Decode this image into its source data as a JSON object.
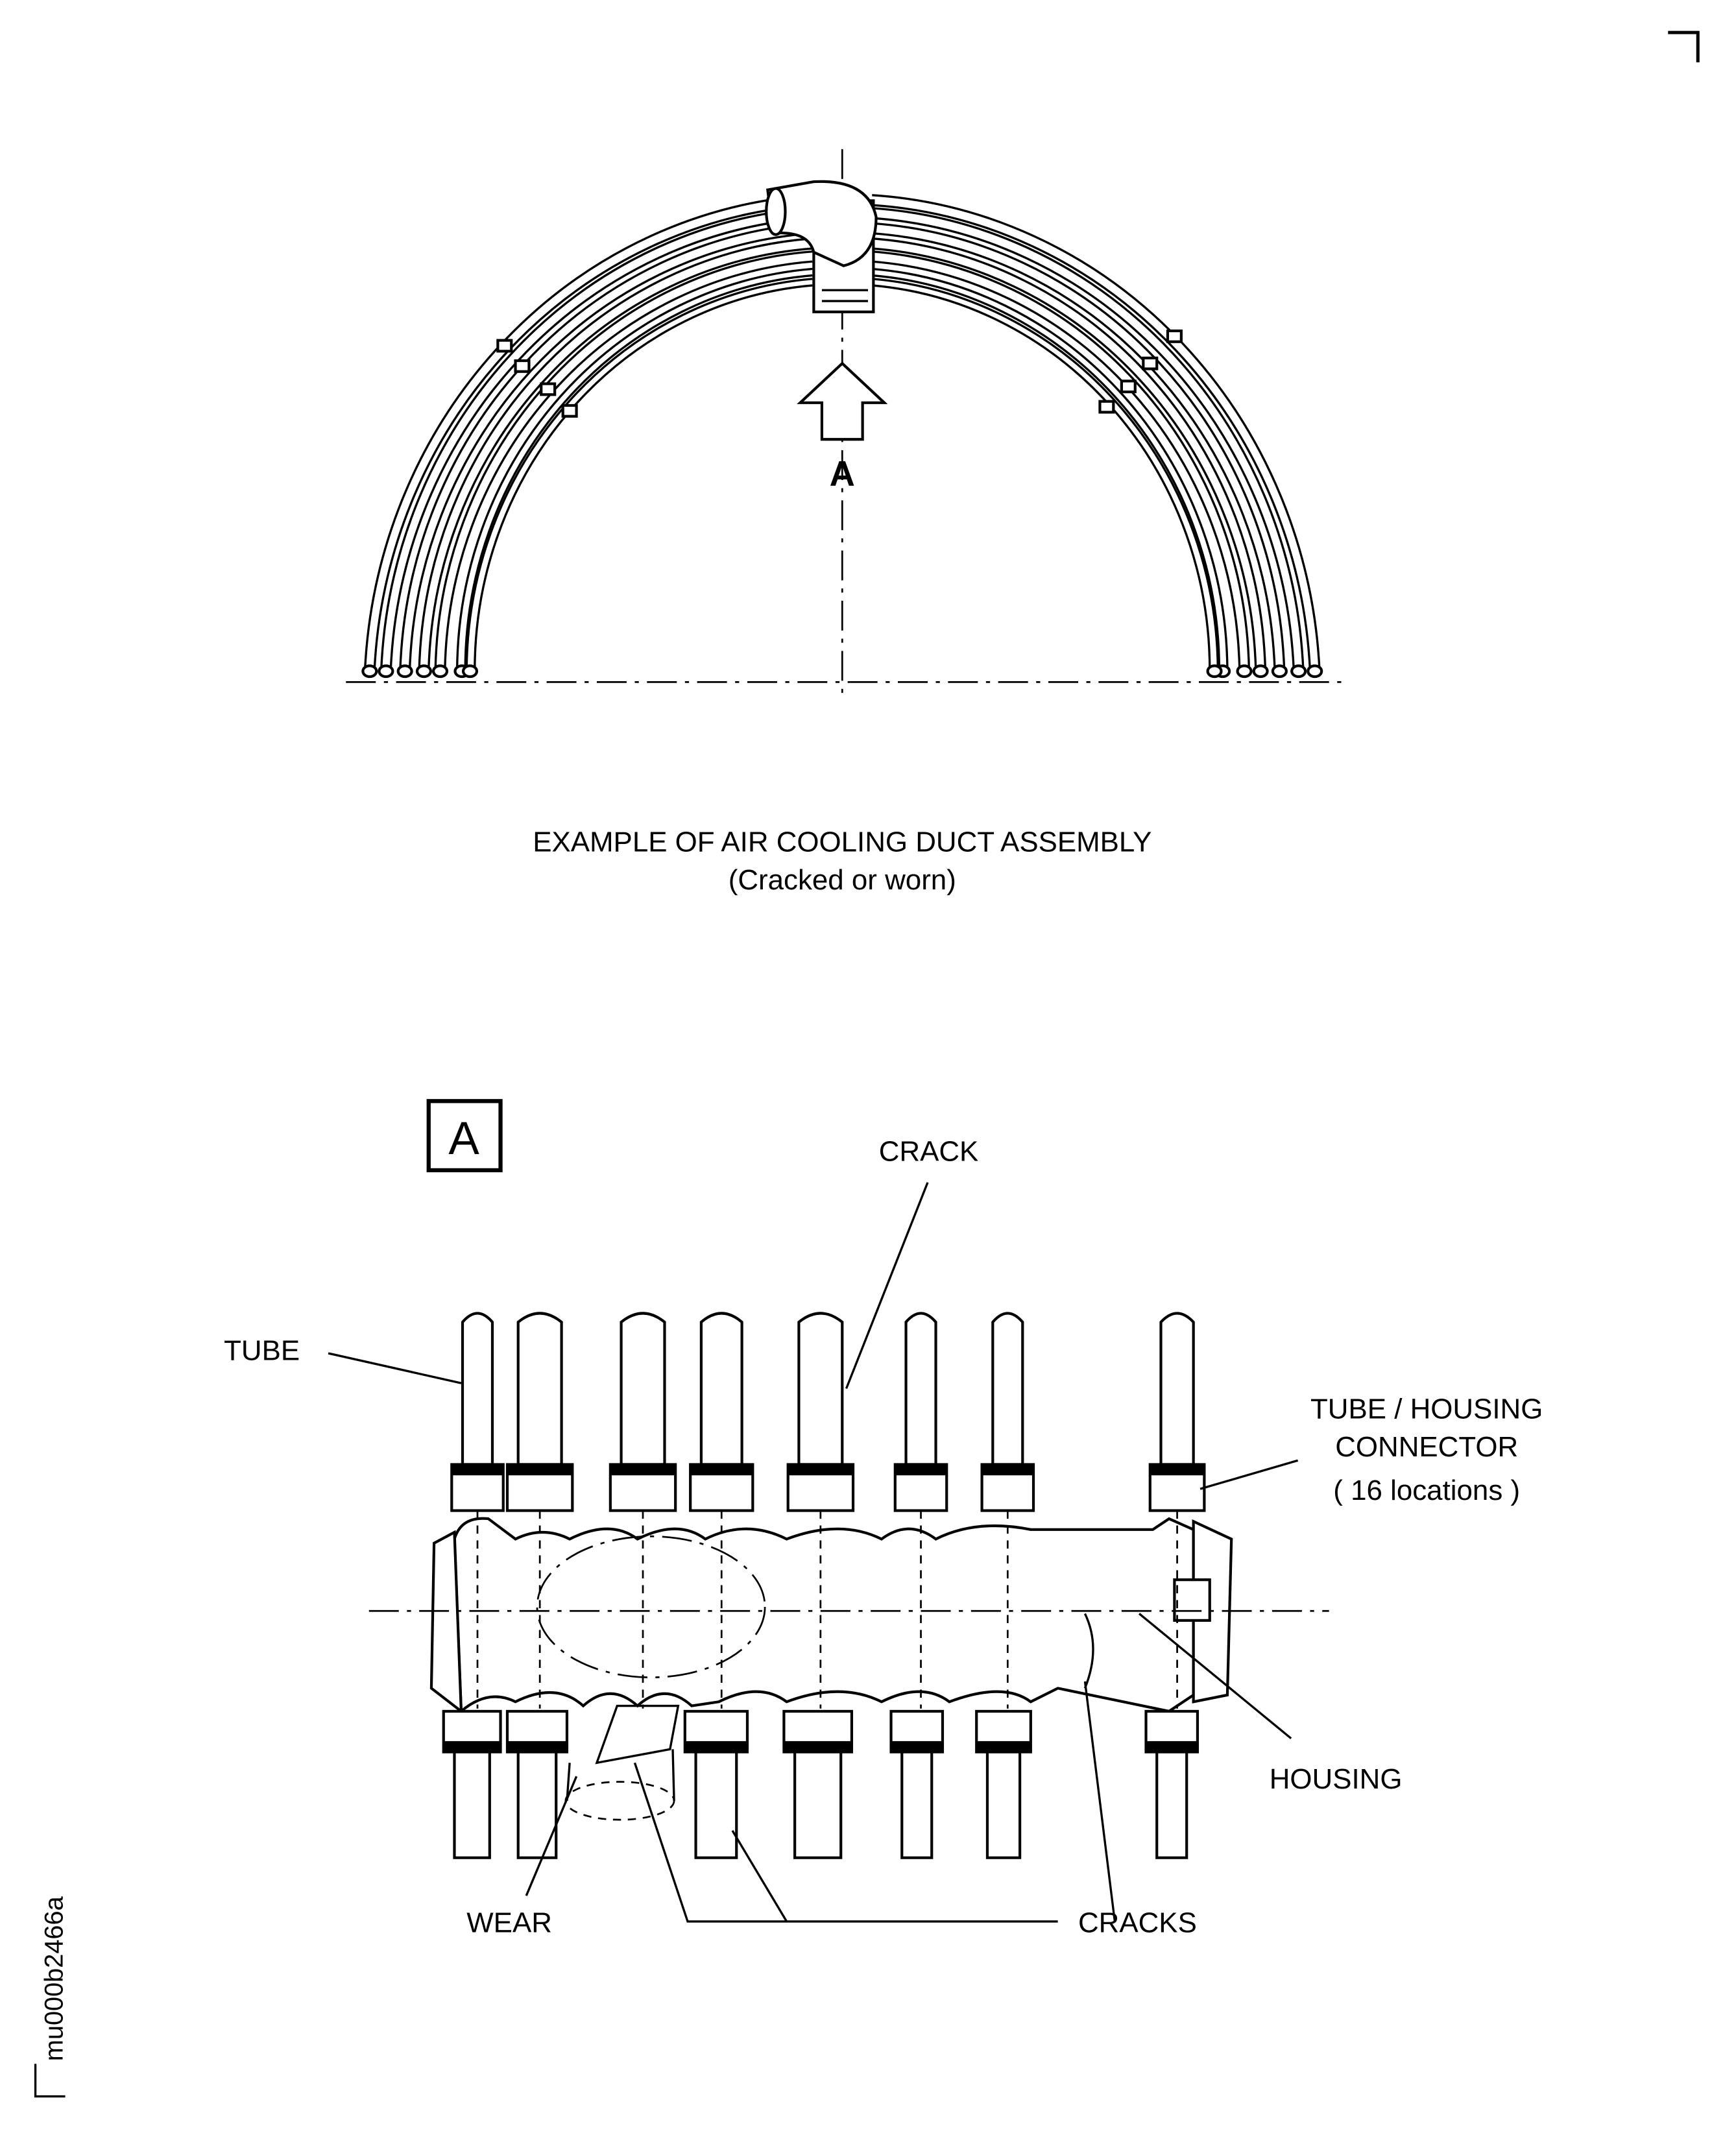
{
  "figure": {
    "view_arrow_label": "A",
    "caption_title": "EXAMPLE OF AIR COOLING DUCT ASSEMBLY",
    "caption_subtitle": "(Cracked or worn)",
    "detail_view_label": "A",
    "labels": {
      "crack": "CRACK",
      "tube": "TUBE",
      "connector_line1": "TUBE / HOUSING",
      "connector_line2": "CONNECTOR",
      "connector_line3": "( 16 locations )",
      "housing": "HOUSING",
      "wear": "WEAR",
      "cracks": "CRACKS"
    },
    "drawing_id": "mu000b2466a"
  }
}
